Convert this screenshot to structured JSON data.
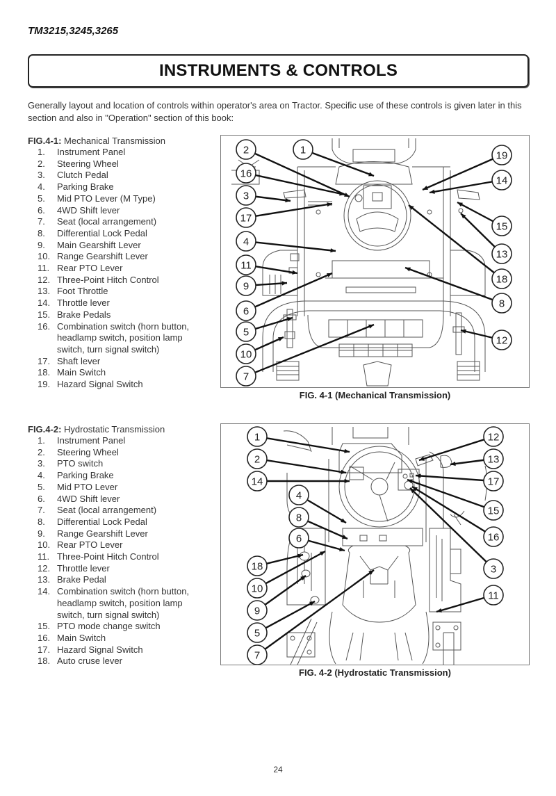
{
  "header": {
    "model": "TM3215,3245,3265",
    "title": "INSTRUMENTS & CONTROLS"
  },
  "intro": "Generally layout and location of controls within operator's area on Tractor. Specific use of these controls is given later in this section and also in \"Operation\" section of this book:",
  "fig1": {
    "label": "FIG.4-1:",
    "subtitle": "Mechanical Transmission",
    "caption": "FIG. 4-1 (Mechanical Transmission)",
    "items": [
      {
        "num": "1.",
        "text": "Instrument Panel"
      },
      {
        "num": "2.",
        "text": "Steering Wheel"
      },
      {
        "num": "3.",
        "text": "Clutch Pedal"
      },
      {
        "num": "4.",
        "text": "Parking Brake"
      },
      {
        "num": "5.",
        "text": "Mid PTO Lever (M Type)"
      },
      {
        "num": "6.",
        "text": "4WD Shift lever"
      },
      {
        "num": "7.",
        "text": "Seat (local arrangement)"
      },
      {
        "num": "8.",
        "text": "Differential Lock Pedal"
      },
      {
        "num": "9.",
        "text": "Main Gearshift Lever"
      },
      {
        "num": "10.",
        "text": "Range Gearshift Lever"
      },
      {
        "num": "11.",
        "text": "Rear PTO Lever"
      },
      {
        "num": "12.",
        "text": "Three-Point Hitch Control"
      },
      {
        "num": "13.",
        "text": "Foot Throttle"
      },
      {
        "num": "14.",
        "text": "Throttle lever"
      },
      {
        "num": "15.",
        "text": "Brake Pedals"
      },
      {
        "num": "16.",
        "text": "Combination switch (horn button, headlamp switch, position lamp switch, turn signal switch)"
      },
      {
        "num": "17.",
        "text": "Shaft lever"
      },
      {
        "num": "18.",
        "text": "Main Switch"
      },
      {
        "num": "19.",
        "text": "Hazard Signal Switch"
      }
    ],
    "callouts": [
      "1",
      "2",
      "3",
      "4",
      "5",
      "6",
      "7",
      "8",
      "9",
      "10",
      "11",
      "12",
      "13",
      "14",
      "15",
      "16",
      "17",
      "18",
      "19"
    ]
  },
  "fig2": {
    "label": "FIG.4-2:",
    "subtitle": "Hydrostatic Transmission",
    "caption": "FIG. 4-2 (Hydrostatic Transmission)",
    "items": [
      {
        "num": "1.",
        "text": "Instrument Panel"
      },
      {
        "num": "2.",
        "text": "Steering Wheel"
      },
      {
        "num": "3.",
        "text": "PTO switch"
      },
      {
        "num": "4.",
        "text": "Parking Brake"
      },
      {
        "num": "5.",
        "text": "Mid PTO Lever"
      },
      {
        "num": "6.",
        "text": "4WD Shift lever"
      },
      {
        "num": "7.",
        "text": "Seat (local arrangement)"
      },
      {
        "num": "8.",
        "text": "Differential Lock Pedal"
      },
      {
        "num": "9.",
        "text": "Range Gearshift Lever"
      },
      {
        "num": "10.",
        "text": "Rear PTO Lever"
      },
      {
        "num": "11.",
        "text": "Three-Point Hitch Control"
      },
      {
        "num": "12.",
        "text": "Throttle lever"
      },
      {
        "num": "13.",
        "text": "Brake Pedal"
      },
      {
        "num": "14.",
        "text": "Combination switch (horn button, headlamp switch, position lamp switch, turn signal switch)"
      },
      {
        "num": "15.",
        "text": "PTO mode change switch"
      },
      {
        "num": "16.",
        "text": "Main Switch"
      },
      {
        "num": "17.",
        "text": "Hazard Signal Switch"
      },
      {
        "num": "18.",
        "text": "Auto cruse lever"
      }
    ],
    "callouts": [
      "1",
      "2",
      "3",
      "4",
      "5",
      "6",
      "7",
      "8",
      "9",
      "10",
      "11",
      "12",
      "13",
      "14",
      "15",
      "16",
      "17",
      "18"
    ]
  },
  "footer": {
    "page_number": "24"
  }
}
